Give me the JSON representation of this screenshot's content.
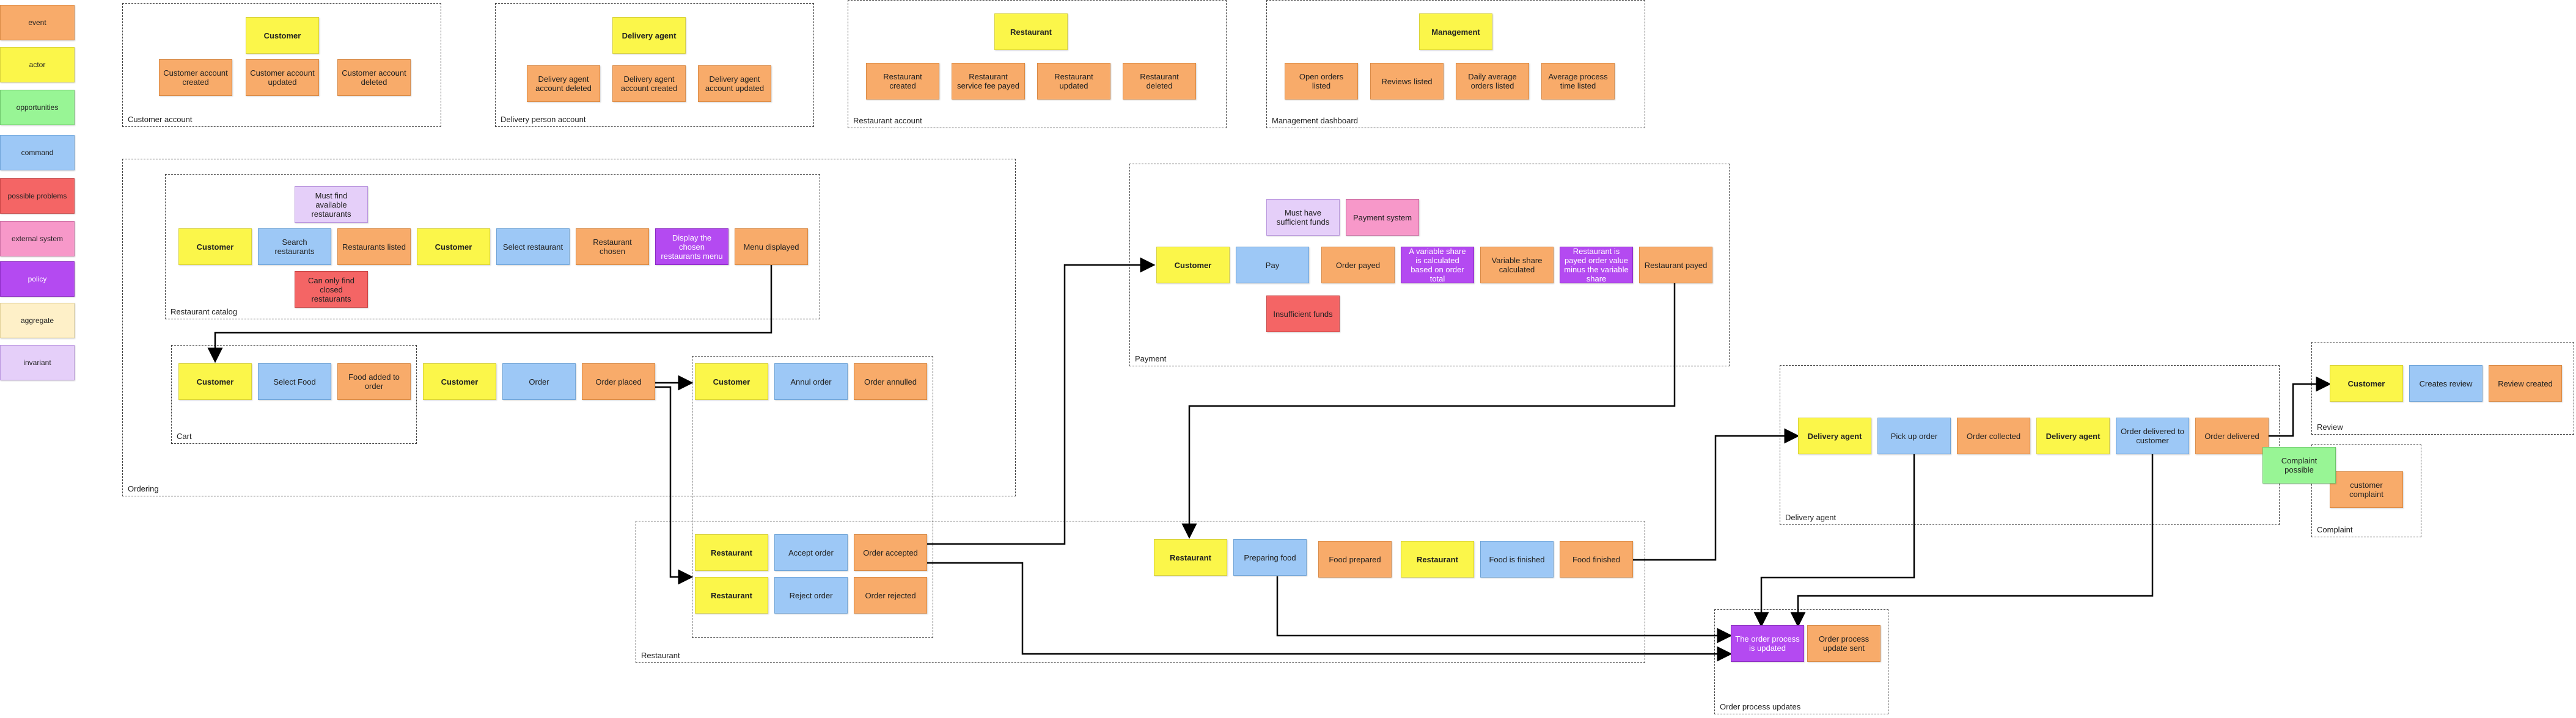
{
  "legend": [
    "event",
    "actor",
    "opportunities",
    "command",
    "possible problems",
    "external system",
    "policy",
    "aggregate",
    "invariant"
  ],
  "contexts": {
    "customer_account": "Customer account",
    "delivery_person_account": "Delivery person account",
    "restaurant_account": "Restaurant account",
    "management_dashboard": "Management dashboard",
    "ordering": "Ordering",
    "restaurant_catalog": "Restaurant catalog",
    "cart": "Cart",
    "payment": "Payment",
    "restaurant": "Restaurant",
    "delivery_agent": "Delivery agent",
    "order_process_updates": "Order process updates",
    "review": "Review",
    "complaint": "Complaint"
  },
  "notes": {
    "customer": "Customer",
    "delivery_agent": "Delivery agent",
    "restaurant": "Restaurant",
    "management": "Management",
    "customer_account_created": "Customer account created",
    "customer_account_updated": "Customer account updated",
    "customer_account_deleted": "Customer account deleted",
    "delivery_agent_account_deleted": "Delivery agent account deleted",
    "delivery_agent_account_created": "Delivery agent account created",
    "delivery_agent_account_updated": "Delivery agent account updated",
    "restaurant_created": "Restaurant created",
    "restaurant_service_fee_payed": "Restaurant service fee payed",
    "restaurant_updated": "Restaurant updated",
    "restaurant_deleted": "Restaurant deleted",
    "open_orders_listed": "Open orders listed",
    "reviews_listed": "Reviews listed",
    "daily_average_orders_listed": "Daily average orders listed",
    "average_process_time_listed": "Average process time listed",
    "must_find_available_restaurants": "Must find available restaurants",
    "search_restaurants": "Search restaurants",
    "restaurants_listed": "Restaurants listed",
    "select_restaurant": "Select restaurant",
    "restaurant_chosen": "Restaurant chosen",
    "display_chosen_menu": "Display the chosen restaurants menu",
    "menu_displayed": "Menu displayed",
    "can_only_find_closed": "Can only find closed restaurants",
    "select_food": "Select Food",
    "food_added_to_order": "Food added to order",
    "order": "Order",
    "order_placed": "Order placed",
    "annul_order": "Annul order",
    "order_annulled": "Order annulled",
    "accept_order": "Accept order",
    "order_accepted": "Order accepted",
    "reject_order": "Reject order",
    "order_rejected": "Order rejected",
    "must_have_sufficient_funds": "Must have sufficient funds",
    "payment_system": "Payment system",
    "pay": "Pay",
    "order_payed": "Order payed",
    "variable_share_calculated_based": "A variable share is calculated based on order total",
    "variable_share_calculated": "Variable share calculated",
    "restaurant_is_payed": "Restaurant is payed order value minus the variable share",
    "restaurant_payed": "Restaurant payed",
    "insufficient_funds": "Insufficient funds",
    "preparing_food": "Preparing food",
    "food_prepared": "Food prepared",
    "food_is_finished": "Food is finished",
    "food_finished": "Food finished",
    "pick_up_order": "Pick up order",
    "order_collected": "Order collected",
    "order_delivered_to_customer": "Order delivered to customer",
    "order_delivered": "Order delivered",
    "creates_review": "Creates review",
    "review_created": "Review created",
    "complaint_possible": "Complaint possible",
    "customer_complaint": "customer complaint",
    "order_process_updated": "The order process is updated",
    "order_process_update_sent": "Order process update sent"
  }
}
